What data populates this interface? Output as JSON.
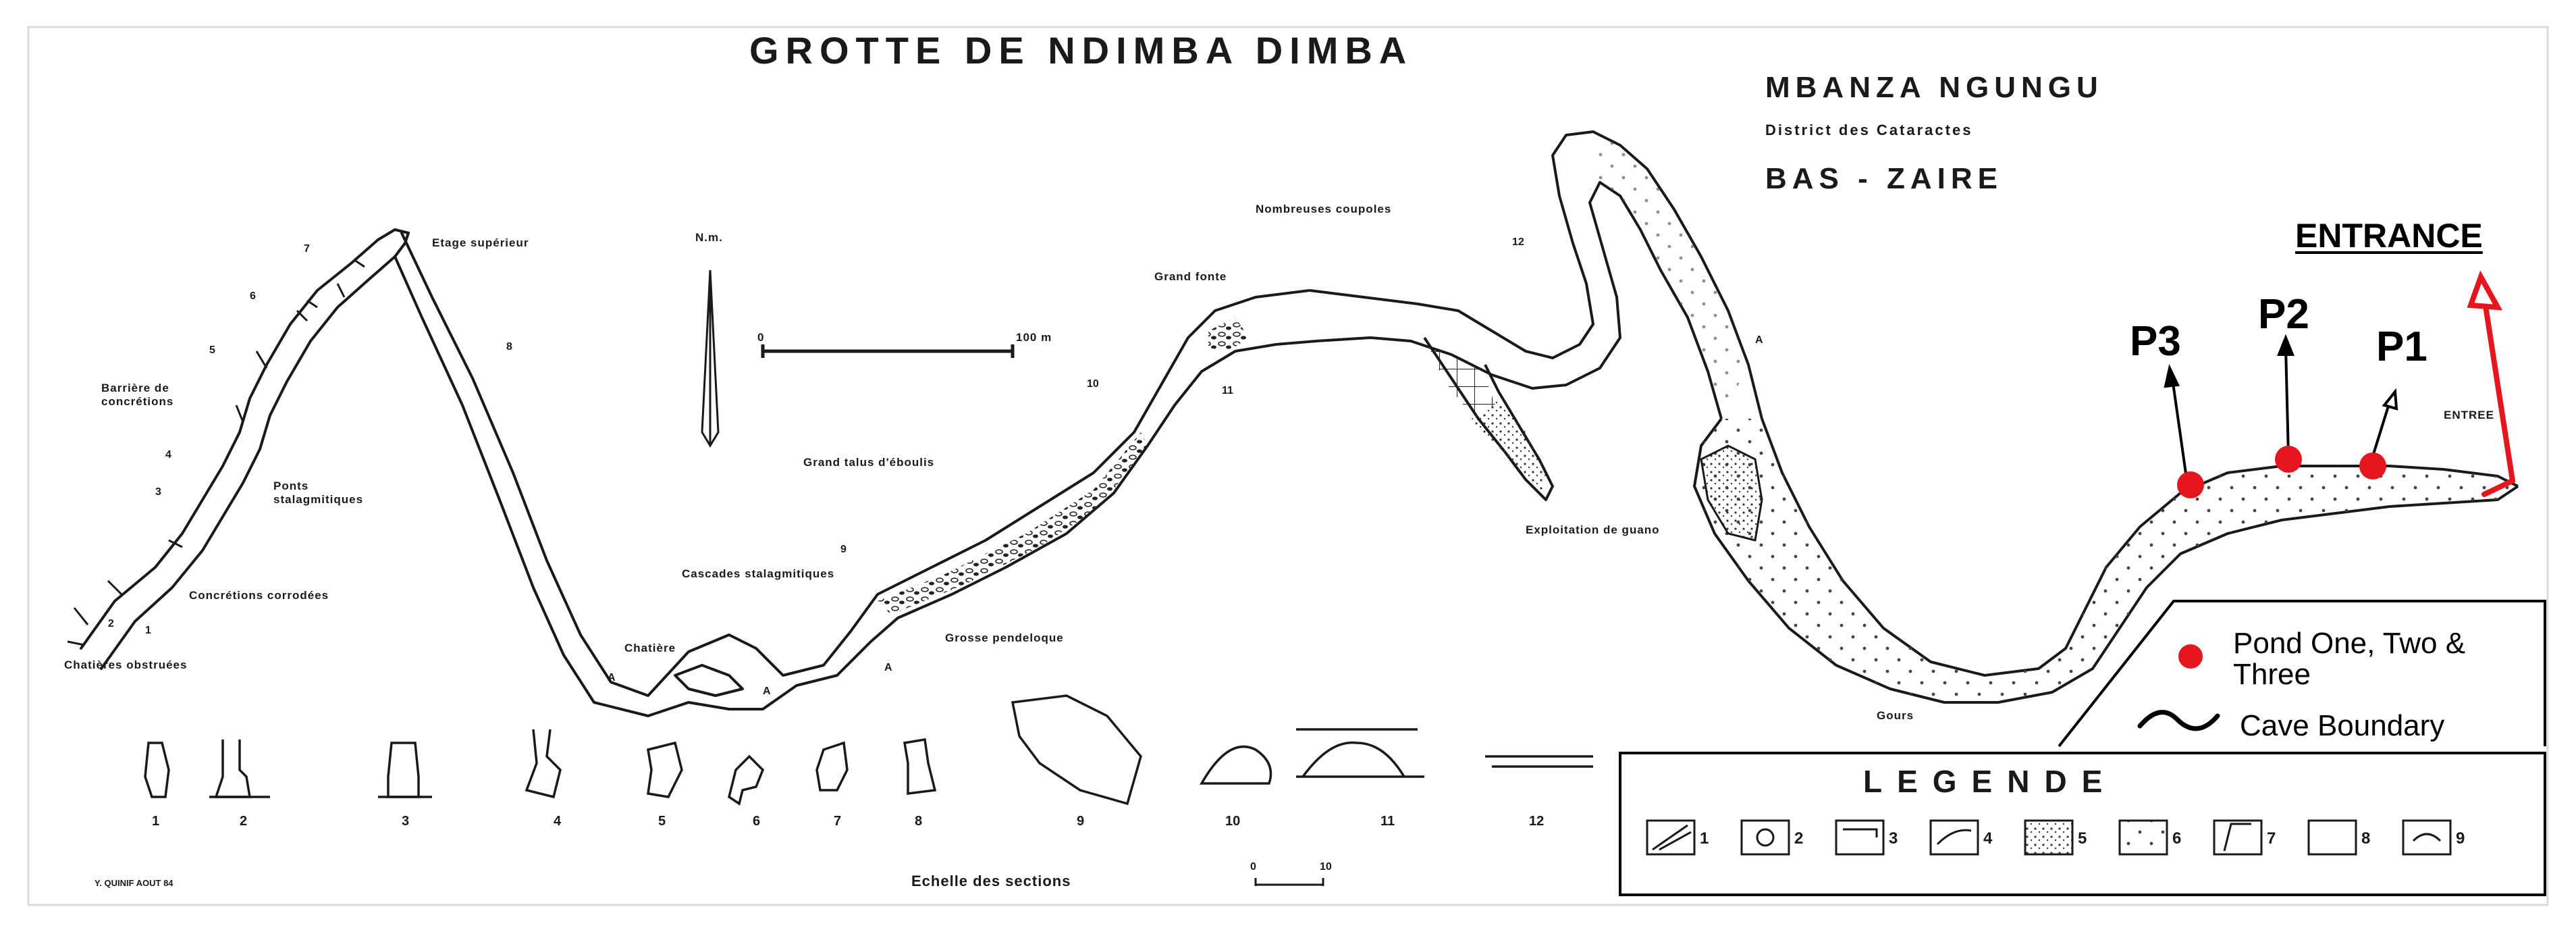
{
  "map": {
    "title": "GROTTE DE NDIMBA DIMBA",
    "region": "MBANZA NGUNGU",
    "district": "District des Cataractes",
    "province": "BAS - ZAIRE",
    "north_label": "N.m.",
    "scale": {
      "start": "0",
      "end": "100 m"
    },
    "section_scale": {
      "label": "Echelle des sections",
      "start": "0",
      "end": "10"
    },
    "credit": "Y. QUINIF  AOUT 84",
    "labels": [
      "Etage supérieur",
      "Barrière de concrétions",
      "Ponts stalagmitiques",
      "Concrétions corrodées",
      "Chatières obstruées",
      "Chatière",
      "Cascades stalagmitiques",
      "Grosse pendeloque",
      "Grand talus d'éboulis",
      "Grand fonte",
      "Nombreuses coupoles",
      "Exploitation de guano",
      "Gours",
      "ENTREE"
    ],
    "passage_numbers": [
      "1",
      "2",
      "3",
      "4",
      "5",
      "6",
      "7",
      "8",
      "9",
      "10",
      "11",
      "12",
      "A",
      "A",
      "A",
      "A"
    ],
    "sections": [
      "1",
      "2",
      "3",
      "4",
      "5",
      "6",
      "7",
      "8",
      "9",
      "10",
      "11",
      "12"
    ]
  },
  "annotations": {
    "entrance": "ENTRANCE",
    "ponds": [
      "P1",
      "P2",
      "P3"
    ],
    "pond_color": "#e5161d",
    "arrow_color": "#e5161d"
  },
  "inset_legend": {
    "pond_label": "Pond One, Two & Three",
    "boundary_label": "Cave Boundary"
  },
  "legend": {
    "title": "LEGENDE",
    "items": [
      "1",
      "2",
      "3",
      "4",
      "5",
      "6",
      "7",
      "8",
      "9"
    ]
  }
}
